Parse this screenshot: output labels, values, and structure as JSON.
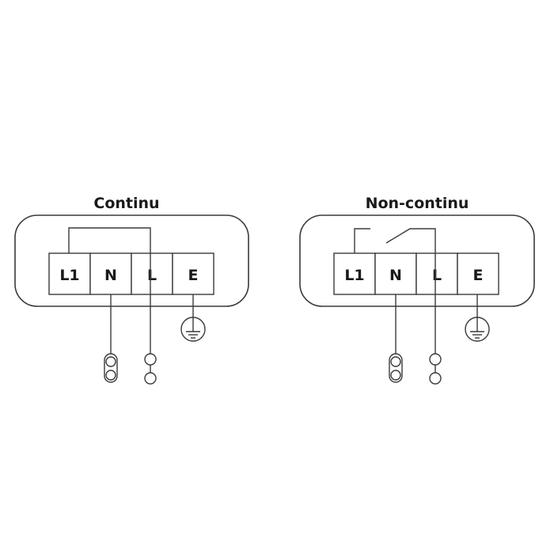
{
  "diagrams": [
    {
      "title": "Continu",
      "terminals": [
        "L1",
        "N",
        "L",
        "E"
      ],
      "bridge": "continuous",
      "earth_symbol": "earth-ground-icon",
      "connector_icons": [
        "double-loop-connector-icon",
        "two-ring-connector-icon"
      ]
    },
    {
      "title": "Non-continu",
      "terminals": [
        "L1",
        "N",
        "L",
        "E"
      ],
      "bridge": "switch",
      "earth_symbol": "earth-ground-icon",
      "connector_icons": [
        "double-loop-connector-icon",
        "two-ring-connector-icon"
      ]
    }
  ],
  "colors": {
    "line": "#3a3a3a",
    "text": "#1a1a1a",
    "background": "#ffffff"
  }
}
